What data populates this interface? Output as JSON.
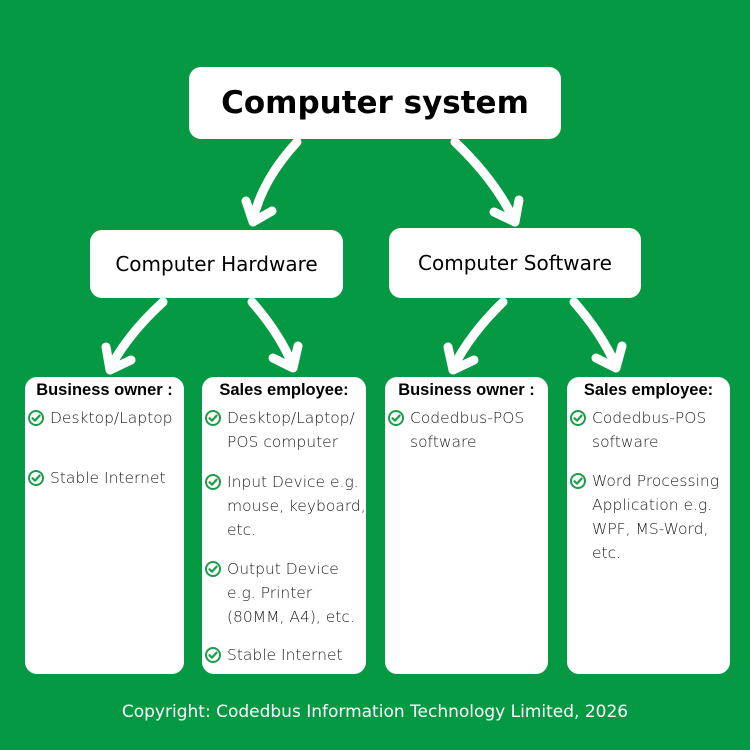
{
  "root": {
    "title": "Computer system"
  },
  "categories": [
    {
      "label": "Computer Hardware",
      "cards": [
        {
          "heading": "Business owner :",
          "items": [
            "Desktop/Laptop",
            "Stable Internet"
          ]
        },
        {
          "heading": "Sales employee:",
          "items": [
            "Desktop/Laptop/ POS computer",
            "Input Device e.g. mouse, keyboard, etc.",
            "Output Device e.g. Printer (80MM, A4), etc.",
            "Stable Internet"
          ]
        }
      ]
    },
    {
      "label": "Computer Software",
      "cards": [
        {
          "heading": "Business owner :",
          "items": [
            "Codedbus-POS software"
          ]
        },
        {
          "heading": "Sales employee:",
          "items": [
            "Codedbus-POS software",
            "Word Processing Application e.g. WPF, MS-Word, etc."
          ]
        }
      ]
    }
  ],
  "footer": {
    "copyright": "Copyright: Codedbus Information Technology Limited, 2026"
  },
  "colors": {
    "background": "#069943",
    "box": "#ffffff",
    "check": "#1a9e4a"
  },
  "icons": {
    "item_marker": "check-circle-icon"
  }
}
